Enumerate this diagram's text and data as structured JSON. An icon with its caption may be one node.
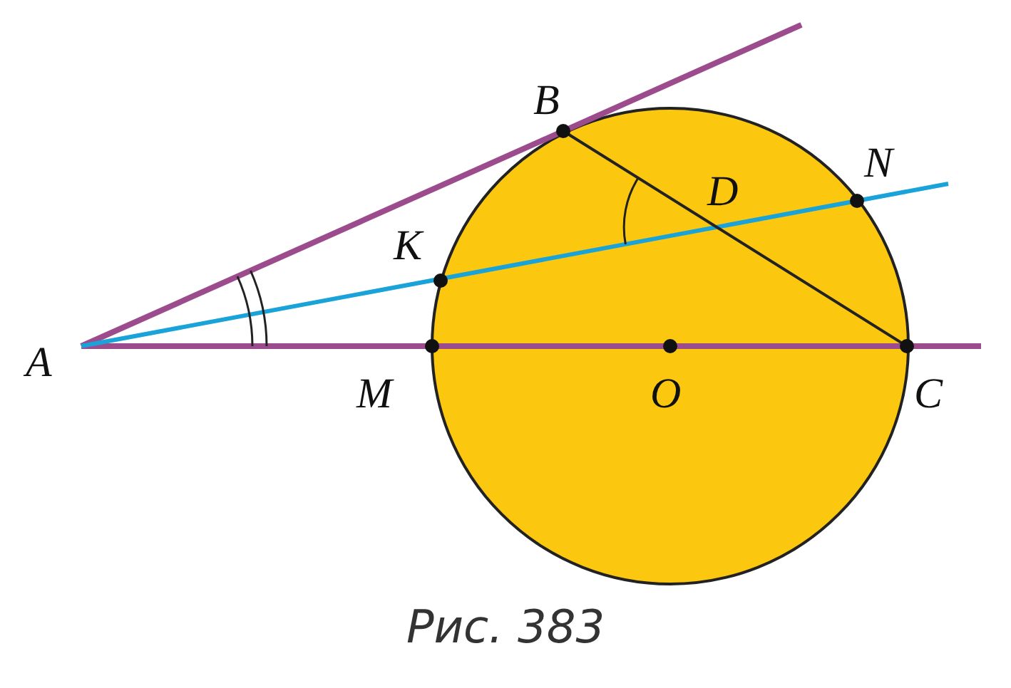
{
  "diagram": {
    "caption": "Рис. 383",
    "labels": [
      "B",
      "N",
      "D",
      "K",
      "A",
      "M",
      "O",
      "C"
    ]
  }
}
